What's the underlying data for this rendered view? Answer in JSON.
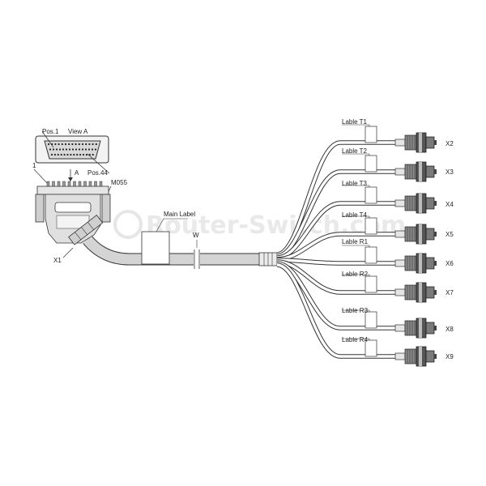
{
  "connector": {
    "name": "X1",
    "view_label": "View A",
    "pos1_label": "Pos.1",
    "pos44_label": "Pos.44",
    "pin1_label": "1",
    "arrow_label": "A",
    "part_label": "M055"
  },
  "cable": {
    "main_label": "Main Label",
    "wire_label": "W"
  },
  "branches": [
    {
      "label": "Lable T1",
      "connector": "X2"
    },
    {
      "label": "Lable T2",
      "connector": "X3"
    },
    {
      "label": "Lable T3",
      "connector": "X4"
    },
    {
      "label": "Lable T4",
      "connector": "X5"
    },
    {
      "label": "Lable R1",
      "connector": "X6"
    },
    {
      "label": "Lable R2",
      "connector": "X7"
    },
    {
      "label": "Lable R3",
      "connector": "X8"
    },
    {
      "label": "Lable R4",
      "connector": "X9"
    }
  ],
  "watermark": "Router-Switch.com"
}
